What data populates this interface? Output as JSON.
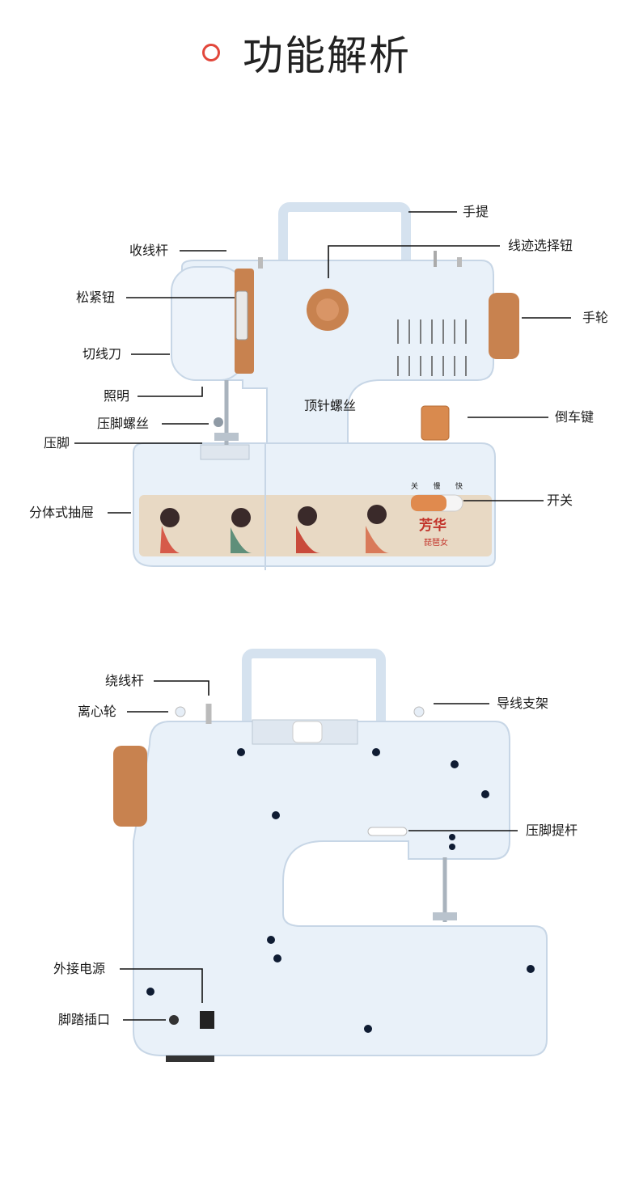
{
  "page_title": "功能解析",
  "front_view": {
    "labels": {
      "handle": "手提",
      "stitch_selector": "线迹选择钮",
      "take_up_lever": "收线杆",
      "tension_knob": "松紧钮",
      "handwheel": "手轮",
      "thread_cutter": "切线刀",
      "light": "照明",
      "needle_screw": "顶针螺丝",
      "reverse_key": "倒车键",
      "presser_screw": "压脚螺丝",
      "presser_foot": "压脚",
      "switch": "开关",
      "split_drawer": "分体式抽屉"
    },
    "switch_text": [
      "关",
      "慢",
      "快"
    ],
    "brand": "芳华",
    "brand_sub": "琵琶女"
  },
  "back_view": {
    "labels": {
      "winder_rod": "绕线杆",
      "thread_guide": "导线支架",
      "centrifugal_wheel": "离心轮",
      "presser_lever": "压脚提杆",
      "external_power": "外接电源",
      "foot_pedal_port": "脚踏插口"
    }
  },
  "colors": {
    "body": "#e9f1f9",
    "body_edge": "#c7d6e6",
    "copper": "#c8824f",
    "accent_ring": "#e2473b",
    "panel_band": "#e8d9c4"
  }
}
